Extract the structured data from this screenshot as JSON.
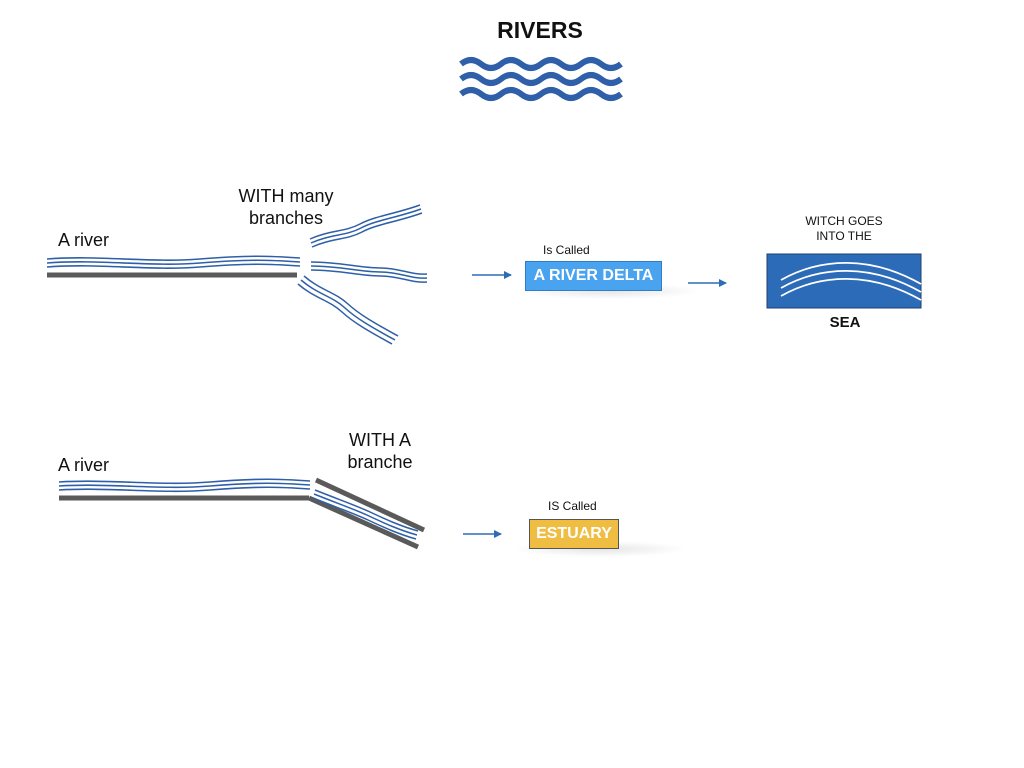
{
  "title": "RIVERS",
  "delta_section": {
    "river_label": "A river",
    "branches_label_line1": "WITH many",
    "branches_label_line2": "branches",
    "called_label": "Is Called",
    "result_label": "A RIVER DELTA",
    "goes_label_line1": "WITCH GOES",
    "goes_label_line2": "INTO THE",
    "sea_label": "SEA"
  },
  "estuary_section": {
    "river_label": "A river",
    "branch_label_line1": "WITH A",
    "branch_label_line2": "branche",
    "called_label": "IS Called",
    "result_label": "ESTUARY"
  },
  "colors": {
    "water": "#2e5fa8",
    "bank": "#5a5a5a",
    "arrow": "#2d6db5",
    "delta_box": "#4aa3ee",
    "estuary_box": "#f0bd43",
    "sea": "#2c6bb8"
  },
  "icons": [
    "waves-icon",
    "arrow-right-icon",
    "sea-icon"
  ]
}
